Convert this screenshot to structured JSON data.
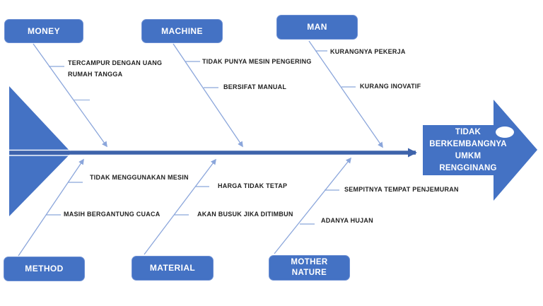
{
  "diagram": {
    "type": "fishbone-ishikawa",
    "effect": {
      "label": "TIDAK\nBERKEMBANGNYA\nUMKM\nRENGGINANG"
    },
    "categories": [
      {
        "id": "money",
        "label": "MONEY",
        "side": "top",
        "causes": [
          "TERCAMPUR DENGAN UANG\nRUMAH TANGGA"
        ]
      },
      {
        "id": "machine",
        "label": "MACHINE",
        "side": "top",
        "causes": [
          "TIDAK PUNYA MESIN PENGERING",
          "BERSIFAT MANUAL"
        ]
      },
      {
        "id": "man",
        "label": "MAN",
        "side": "top",
        "causes": [
          "KURANGNYA PEKERJA",
          "KURANG INOVATIF"
        ]
      },
      {
        "id": "method",
        "label": "METHOD",
        "side": "bottom",
        "causes": [
          "TIDAK MENGGUNAKAN MESIN",
          "MASIH BERGANTUNG CUACA"
        ]
      },
      {
        "id": "material",
        "label": "MATERIAL",
        "side": "bottom",
        "causes": [
          "HARGA TIDAK TETAP",
          "AKAN BUSUK JIKA DITIMBUN"
        ]
      },
      {
        "id": "mother-nature",
        "label": "MOTHER\nNATURE",
        "side": "bottom",
        "causes": [
          "SEMPITNYA TEMPAT PENJEMURAN",
          "ADANYA HUJAN"
        ]
      }
    ]
  },
  "colors": {
    "shape_fill": "#4472C4",
    "shape_border": "#6C8FD3",
    "spine": "#3E63AB",
    "branch_line": "#8BA6DB",
    "tick_line": "#9DB4E0",
    "label_text": "#1F1F1F",
    "box_text": "#FFFFFF",
    "eye": "#FFFFFF",
    "background": "#FFFFFF"
  }
}
